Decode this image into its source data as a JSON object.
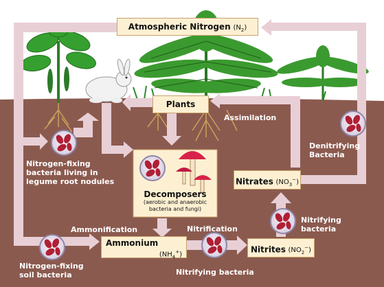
{
  "diagram": {
    "nodes": {
      "atmospheric": {
        "name": "Atmospheric Nitrogen",
        "formula": "(N",
        "sub": "2",
        "close": ")"
      },
      "plants": {
        "name": "Plants"
      },
      "decomposers": {
        "name": "Decomposers",
        "note_line1": "(aerobic and anaerobic",
        "note_line2": "bacteria and fungi)"
      },
      "ammonium": {
        "name": "Ammonium",
        "formula": "(NH",
        "sub": "4",
        "sup": "+",
        "close": ")"
      },
      "nitrites": {
        "name": "Nitrites",
        "formula": "(NO",
        "sub": "2",
        "sup": "−",
        "close": ")"
      },
      "nitrates": {
        "name": "Nitrates",
        "formula": "(NO",
        "sub": "3",
        "sup": "−",
        "close": ")"
      }
    },
    "labels": {
      "assimilation": "Assimilation",
      "denitrifying_1": "Denitrifying",
      "denitrifying_2": "Bacteria",
      "nf_legume_1": "Nitrogen-fixing",
      "nf_legume_2": "bacteria living in",
      "nf_legume_3": "legume root nodules",
      "ammonification": "Ammonification",
      "nitrification": "Nitrification",
      "nitrifying_1": "Nitrifying",
      "nitrifying_2": "bacteria",
      "nitrifying_bottom": "Nitrifying bacteria",
      "nf_soil_1": "Nitrogen-fixing",
      "nf_soil_2": "soil bacteria"
    },
    "colors": {
      "sky": "#ffffff",
      "soil": "#8b5a4f",
      "arrow": "#e8cfd6",
      "box_fill": "#fdf0d2",
      "bacteria_circle": "#e9e2ec",
      "bacteria_cell": "#b01f35",
      "plant_green": "#2c8c2c",
      "mushroom_red": "#d8224b"
    }
  }
}
